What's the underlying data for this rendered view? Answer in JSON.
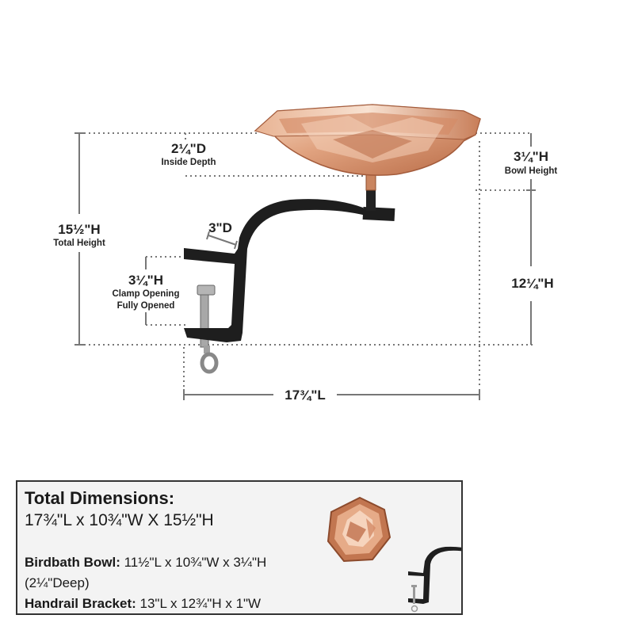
{
  "diagram_labels": {
    "inside_depth_value": "2¼\"D",
    "inside_depth_caption": "Inside Depth",
    "bowl_height_value": "3¼\"H",
    "bowl_height_caption": "Bowl Height",
    "total_height_value": "15½\"H",
    "total_height_caption": "Total Height",
    "bracket_depth_value": "3\"D",
    "clamp_opening_value": "3¼\"H",
    "clamp_opening_caption_1": "Clamp Opening",
    "clamp_opening_caption_2": "Fully Opened",
    "bracket_height_value": "12¼\"H",
    "length_value": "17¾\"L"
  },
  "summary": {
    "title": "Total Dimensions:",
    "total": "17¾\"L x 10¾\"W X 15½\"H",
    "bowl_label": "Birdbath Bowl:",
    "bowl_value": " 11½\"L x 10¾\"W x 3¼\"H",
    "bowl_depth": "(2¼\"Deep)",
    "bracket_label": "Handrail Bracket:",
    "bracket_value": " 13\"L x 12¾\"H x 1\"W"
  },
  "colors": {
    "copper_light": "#f2c7a9",
    "copper_mid": "#d98f6a",
    "copper_dark": "#a85a3a",
    "bracket": "#1e1e1e",
    "dimension_line": "#777777"
  }
}
